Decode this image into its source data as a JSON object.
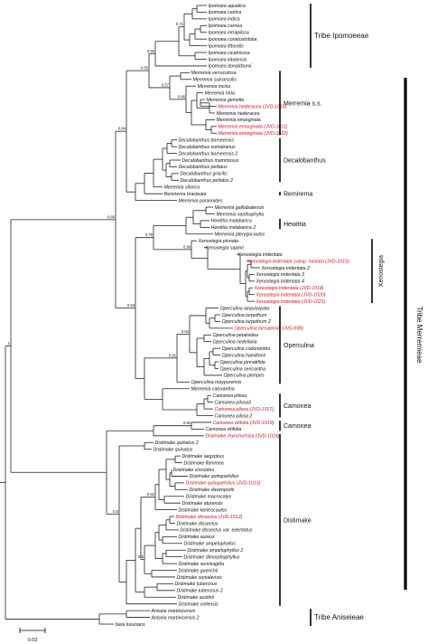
{
  "colors": {
    "highlight": "#c8161d",
    "text": "#111111",
    "line": "#222222"
  },
  "taxa": [
    {
      "name": "Ipomoea aquatica",
      "hl": false
    },
    {
      "name": "Ipomoea cairica",
      "hl": false
    },
    {
      "name": "Ipomoea indica",
      "hl": false
    },
    {
      "name": "Ipomoea carnea",
      "hl": false
    },
    {
      "name": "Ipomoea intrapilosa",
      "hl": false
    },
    {
      "name": "Ipomoea coriatostriloba",
      "hl": false
    },
    {
      "name": "Ipomoea littoralis",
      "hl": false
    },
    {
      "name": "Ipomoea cicatricosa",
      "hl": false
    },
    {
      "name": "Ipomoea kituiensis",
      "hl": false
    },
    {
      "name": "Ipomoea donaldsonii",
      "hl": false
    },
    {
      "name": "Merremia verruculosa",
      "hl": false
    },
    {
      "name": "Merremia subsessilis",
      "hl": false
    },
    {
      "name": "Merremia incisa",
      "hl": false
    },
    {
      "name": "Merremia hirta",
      "hl": false
    },
    {
      "name": "Merremia gemella",
      "hl": false
    },
    {
      "name": "Merremia hederacea (JVD-1016)",
      "hl": true
    },
    {
      "name": "Merremia hederacea",
      "hl": false
    },
    {
      "name": "Merremia emarginata",
      "hl": false
    },
    {
      "name": "Merremia emarginata (JVD-1011)",
      "hl": true
    },
    {
      "name": "Merremia emarginata (JVD-1022)",
      "hl": true
    },
    {
      "name": "Decalobanthus borneensis",
      "hl": false
    },
    {
      "name": "Decalobanthus sumatranus",
      "hl": false
    },
    {
      "name": "Decalobanthus borneensis 2",
      "hl": false
    },
    {
      "name": "Decalobanthus mammosus",
      "hl": false
    },
    {
      "name": "Decalobanthus peltatus",
      "hl": false
    },
    {
      "name": "Decalobanthus gracilis",
      "hl": false
    },
    {
      "name": "Decalobanthus peltatus 2",
      "hl": false
    },
    {
      "name": "Merremia sibirica",
      "hl": false
    },
    {
      "name": "Remirema bracteata",
      "hl": false
    },
    {
      "name": "Merremia poranoides",
      "hl": false
    },
    {
      "name": "Merremia galilabatensis",
      "hl": false
    },
    {
      "name": "Merremia xanthophylla",
      "hl": false
    },
    {
      "name": "Hewittia malabarica",
      "hl": false
    },
    {
      "name": "Hewittia malabarica 2",
      "hl": false
    },
    {
      "name": "Merremia pterygocaulos",
      "hl": false
    },
    {
      "name": "Xenostegia pinnata",
      "hl": false
    },
    {
      "name": "Xenostegia sapinii",
      "hl": false
    },
    {
      "name": "Xenostegia tridentata",
      "hl": false
    },
    {
      "name": "Xenostegia tridentata subsp. hastata (JVD-1015)",
      "hl": true
    },
    {
      "name": "Xenostegia tridentata 2",
      "hl": false
    },
    {
      "name": "Xenostegia tridentata 3",
      "hl": false
    },
    {
      "name": "Xenostegia tridentata 4",
      "hl": false
    },
    {
      "name": "Xenostegia tridentata (JVD-1014)",
      "hl": true
    },
    {
      "name": "Xenostegia tridentata (JVD-1020)",
      "hl": true
    },
    {
      "name": "Xenostegia tridentata (JVD-1021)",
      "hl": true
    },
    {
      "name": "Operculina aequisepala",
      "hl": false
    },
    {
      "name": "Operculina turpethum",
      "hl": false
    },
    {
      "name": "Operculina turpethum 2",
      "hl": false
    },
    {
      "name": "Operculina tansaensis (JVD-938)",
      "hl": true
    },
    {
      "name": "Operculina petaloidea",
      "hl": false
    },
    {
      "name": "Operculina riedeliana",
      "hl": false
    },
    {
      "name": "Operculina codonantha",
      "hl": false
    },
    {
      "name": "Operculina hamiltonii",
      "hl": false
    },
    {
      "name": "Operculina pinnatifida",
      "hl": false
    },
    {
      "name": "Operculina sericantha",
      "hl": false
    },
    {
      "name": "Operculina pteripes",
      "hl": false
    },
    {
      "name": "Operculina maypurensis",
      "hl": false
    },
    {
      "name": "Merremia calcxantha",
      "hl": false
    },
    {
      "name": "Camonea pilosa",
      "hl": false
    },
    {
      "name": "Camonea pilosa3",
      "hl": false
    },
    {
      "name": "Camonea pilosa (JVD-1017)",
      "hl": true
    },
    {
      "name": "Camonea pilosa 2",
      "hl": false
    },
    {
      "name": "Camonea vitifolia (JVD-1019)",
      "hl": true
    },
    {
      "name": "Camonea vitifolia",
      "hl": false
    },
    {
      "name": "Distimake rhynchorhiza (JVD-1024)",
      "hl": true
    },
    {
      "name": "Distimake quinatus 2",
      "hl": false
    },
    {
      "name": "Distimake quinatus",
      "hl": false
    },
    {
      "name": "Distimake aegyptius",
      "hl": false
    },
    {
      "name": "Distimake flammea",
      "hl": false
    },
    {
      "name": "Distimake cissoides",
      "hl": false
    },
    {
      "name": "Distimake quinquefolius",
      "hl": false
    },
    {
      "name": "Distimake quinquefolius (JVD-1013)",
      "hl": true
    },
    {
      "name": "Distimake davenportii",
      "hl": false
    },
    {
      "name": "Distimake macrocalyx",
      "hl": false
    },
    {
      "name": "Distimake aturensis",
      "hl": false
    },
    {
      "name": "Distimake kentrocaulos",
      "hl": false
    },
    {
      "name": "Distimake dissectus (JVD-1012)",
      "hl": true
    },
    {
      "name": "Distimake dissectus",
      "hl": false
    },
    {
      "name": "Distimake dissectus var. edentatus",
      "hl": false
    },
    {
      "name": "Distimake aureus",
      "hl": false
    },
    {
      "name": "Distimake ampelophyllus",
      "hl": false
    },
    {
      "name": "Distimake ampelophyllus 2",
      "hl": false
    },
    {
      "name": "Distimake dimorphophyllus",
      "hl": false
    },
    {
      "name": "Distimake semisagitta",
      "hl": false
    },
    {
      "name": "Distimake guerichii",
      "hl": false
    },
    {
      "name": "Distimake somalensis",
      "hl": false
    },
    {
      "name": "Distimake tuberosus",
      "hl": false
    },
    {
      "name": "Distimake tuberosus 2",
      "hl": false
    },
    {
      "name": "Distimake austinii",
      "hl": false
    },
    {
      "name": "Distimake cielensis",
      "hl": false
    },
    {
      "name": "Aniseia martinicensis",
      "hl": false
    },
    {
      "name": "Aniseia martinicensis 2",
      "hl": false
    },
    {
      "name": "Iseia luxurians",
      "hl": false
    }
  ],
  "clades": [
    {
      "label": "Tribe Ipomoeeae",
      "first": 0,
      "last": 9
    },
    {
      "label": "Merremia s.s.",
      "first": 10,
      "last": 19
    },
    {
      "label": "Decalobanthus",
      "first": 20,
      "last": 26
    },
    {
      "label": "Remirema",
      "first": 28,
      "last": 28
    },
    {
      "label": "Hewittia",
      "first": 32,
      "last": 33
    },
    {
      "label": "Xenostegia",
      "first": 35,
      "last": 44
    },
    {
      "label": "Operculina",
      "first": 45,
      "last": 56
    },
    {
      "label": "Camonea",
      "first": 58,
      "last": 61
    },
    {
      "label": "Camonea",
      "first": 62,
      "last": 63
    },
    {
      "label": "Distimake",
      "first": 64,
      "last": 89
    },
    {
      "label": "Tribe Aniseieae",
      "first": 90,
      "last": 92
    }
  ],
  "tribe_merremieae": "Tribe Merremieae",
  "support_values": [
    "0.71",
    "0.65",
    "0.86",
    "0.57",
    "0.55",
    "0.84",
    "0.98",
    "0.79",
    "0.64",
    "0.91",
    "0.53",
    "0.66",
    "0.92",
    "0.6",
    "0.62",
    "0.5",
    "1"
  ],
  "scale_bar": {
    "label": "0.03"
  }
}
